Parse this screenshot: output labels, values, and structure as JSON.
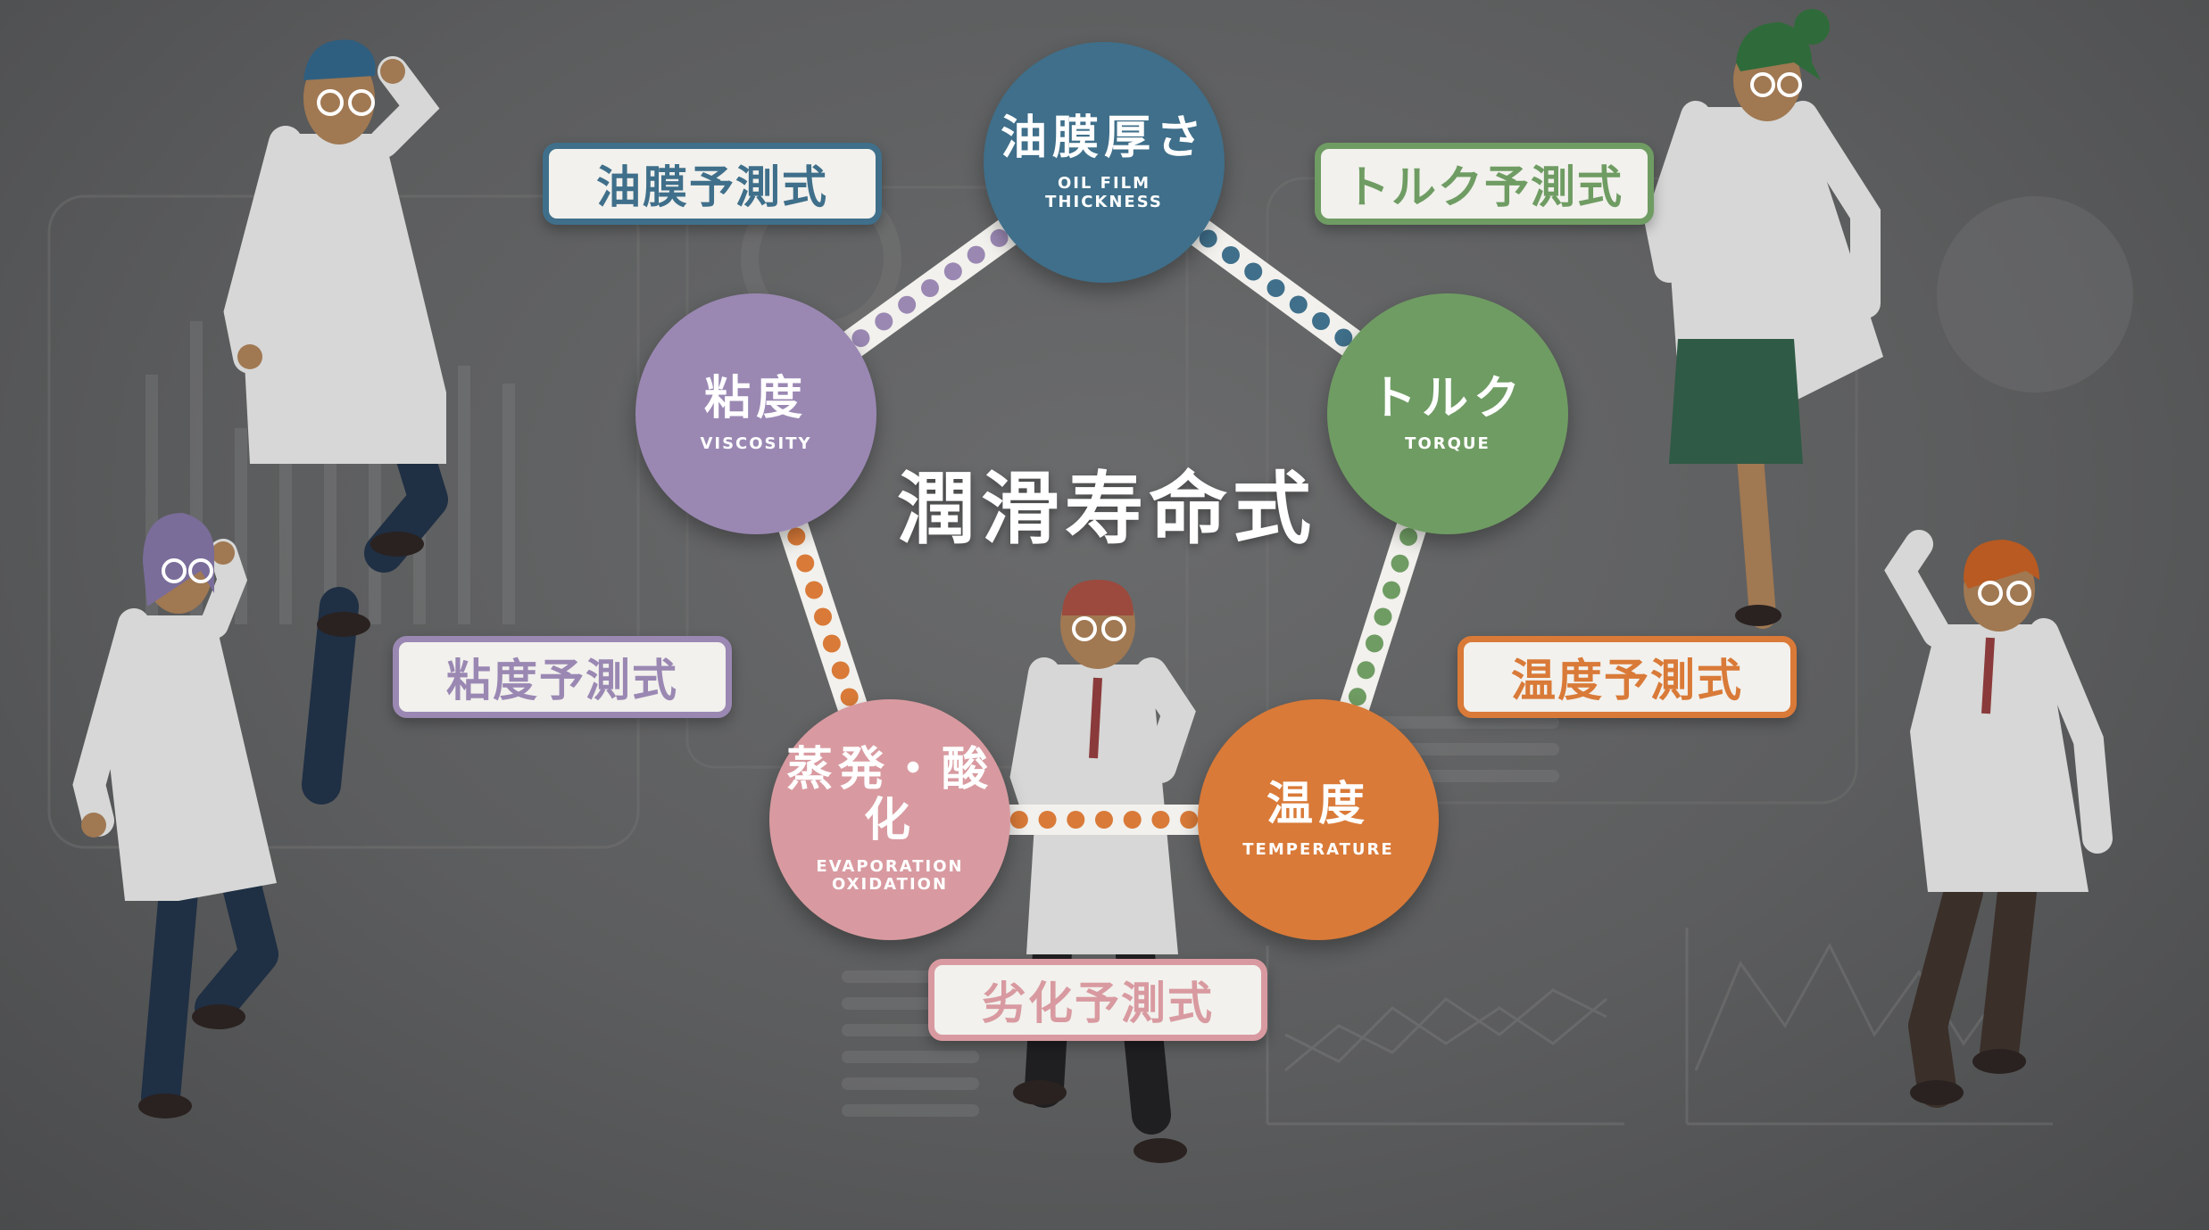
{
  "title": "潤滑寿命式",
  "colors": {
    "blue": "#3f6f8a",
    "green": "#6f9c63",
    "orange": "#d97a38",
    "pink": "#d89aa0",
    "purple": "#9a88b3"
  },
  "nodes": [
    {
      "id": "oil-film",
      "jp": "油膜厚さ",
      "en": "OIL FILM\nTHICKNESS",
      "color": "#3f6f8a"
    },
    {
      "id": "torque",
      "jp": "トルク",
      "en": "TORQUE",
      "color": "#6f9c63"
    },
    {
      "id": "temperature",
      "jp": "温度",
      "en": "TEMPERATURE",
      "color": "#d97a38"
    },
    {
      "id": "evaporation",
      "jp": "蒸発・酸化",
      "en": "EVAPORATION\nOXIDATION",
      "color": "#d89aa0"
    },
    {
      "id": "viscosity",
      "jp": "粘度",
      "en": "VISCOSITY",
      "color": "#9a88b3"
    }
  ],
  "labels": [
    {
      "id": "oil-film",
      "text": "油膜予測式",
      "color": "#3f6f8a"
    },
    {
      "id": "torque",
      "text": "トルク予測式",
      "color": "#6f9c63"
    },
    {
      "id": "temperature",
      "text": "温度予測式",
      "color": "#d97a38"
    },
    {
      "id": "degradation",
      "text": "劣化予測式",
      "color": "#d89aa0"
    },
    {
      "id": "viscosity",
      "text": "粘度予測式",
      "color": "#9a88b3"
    }
  ]
}
